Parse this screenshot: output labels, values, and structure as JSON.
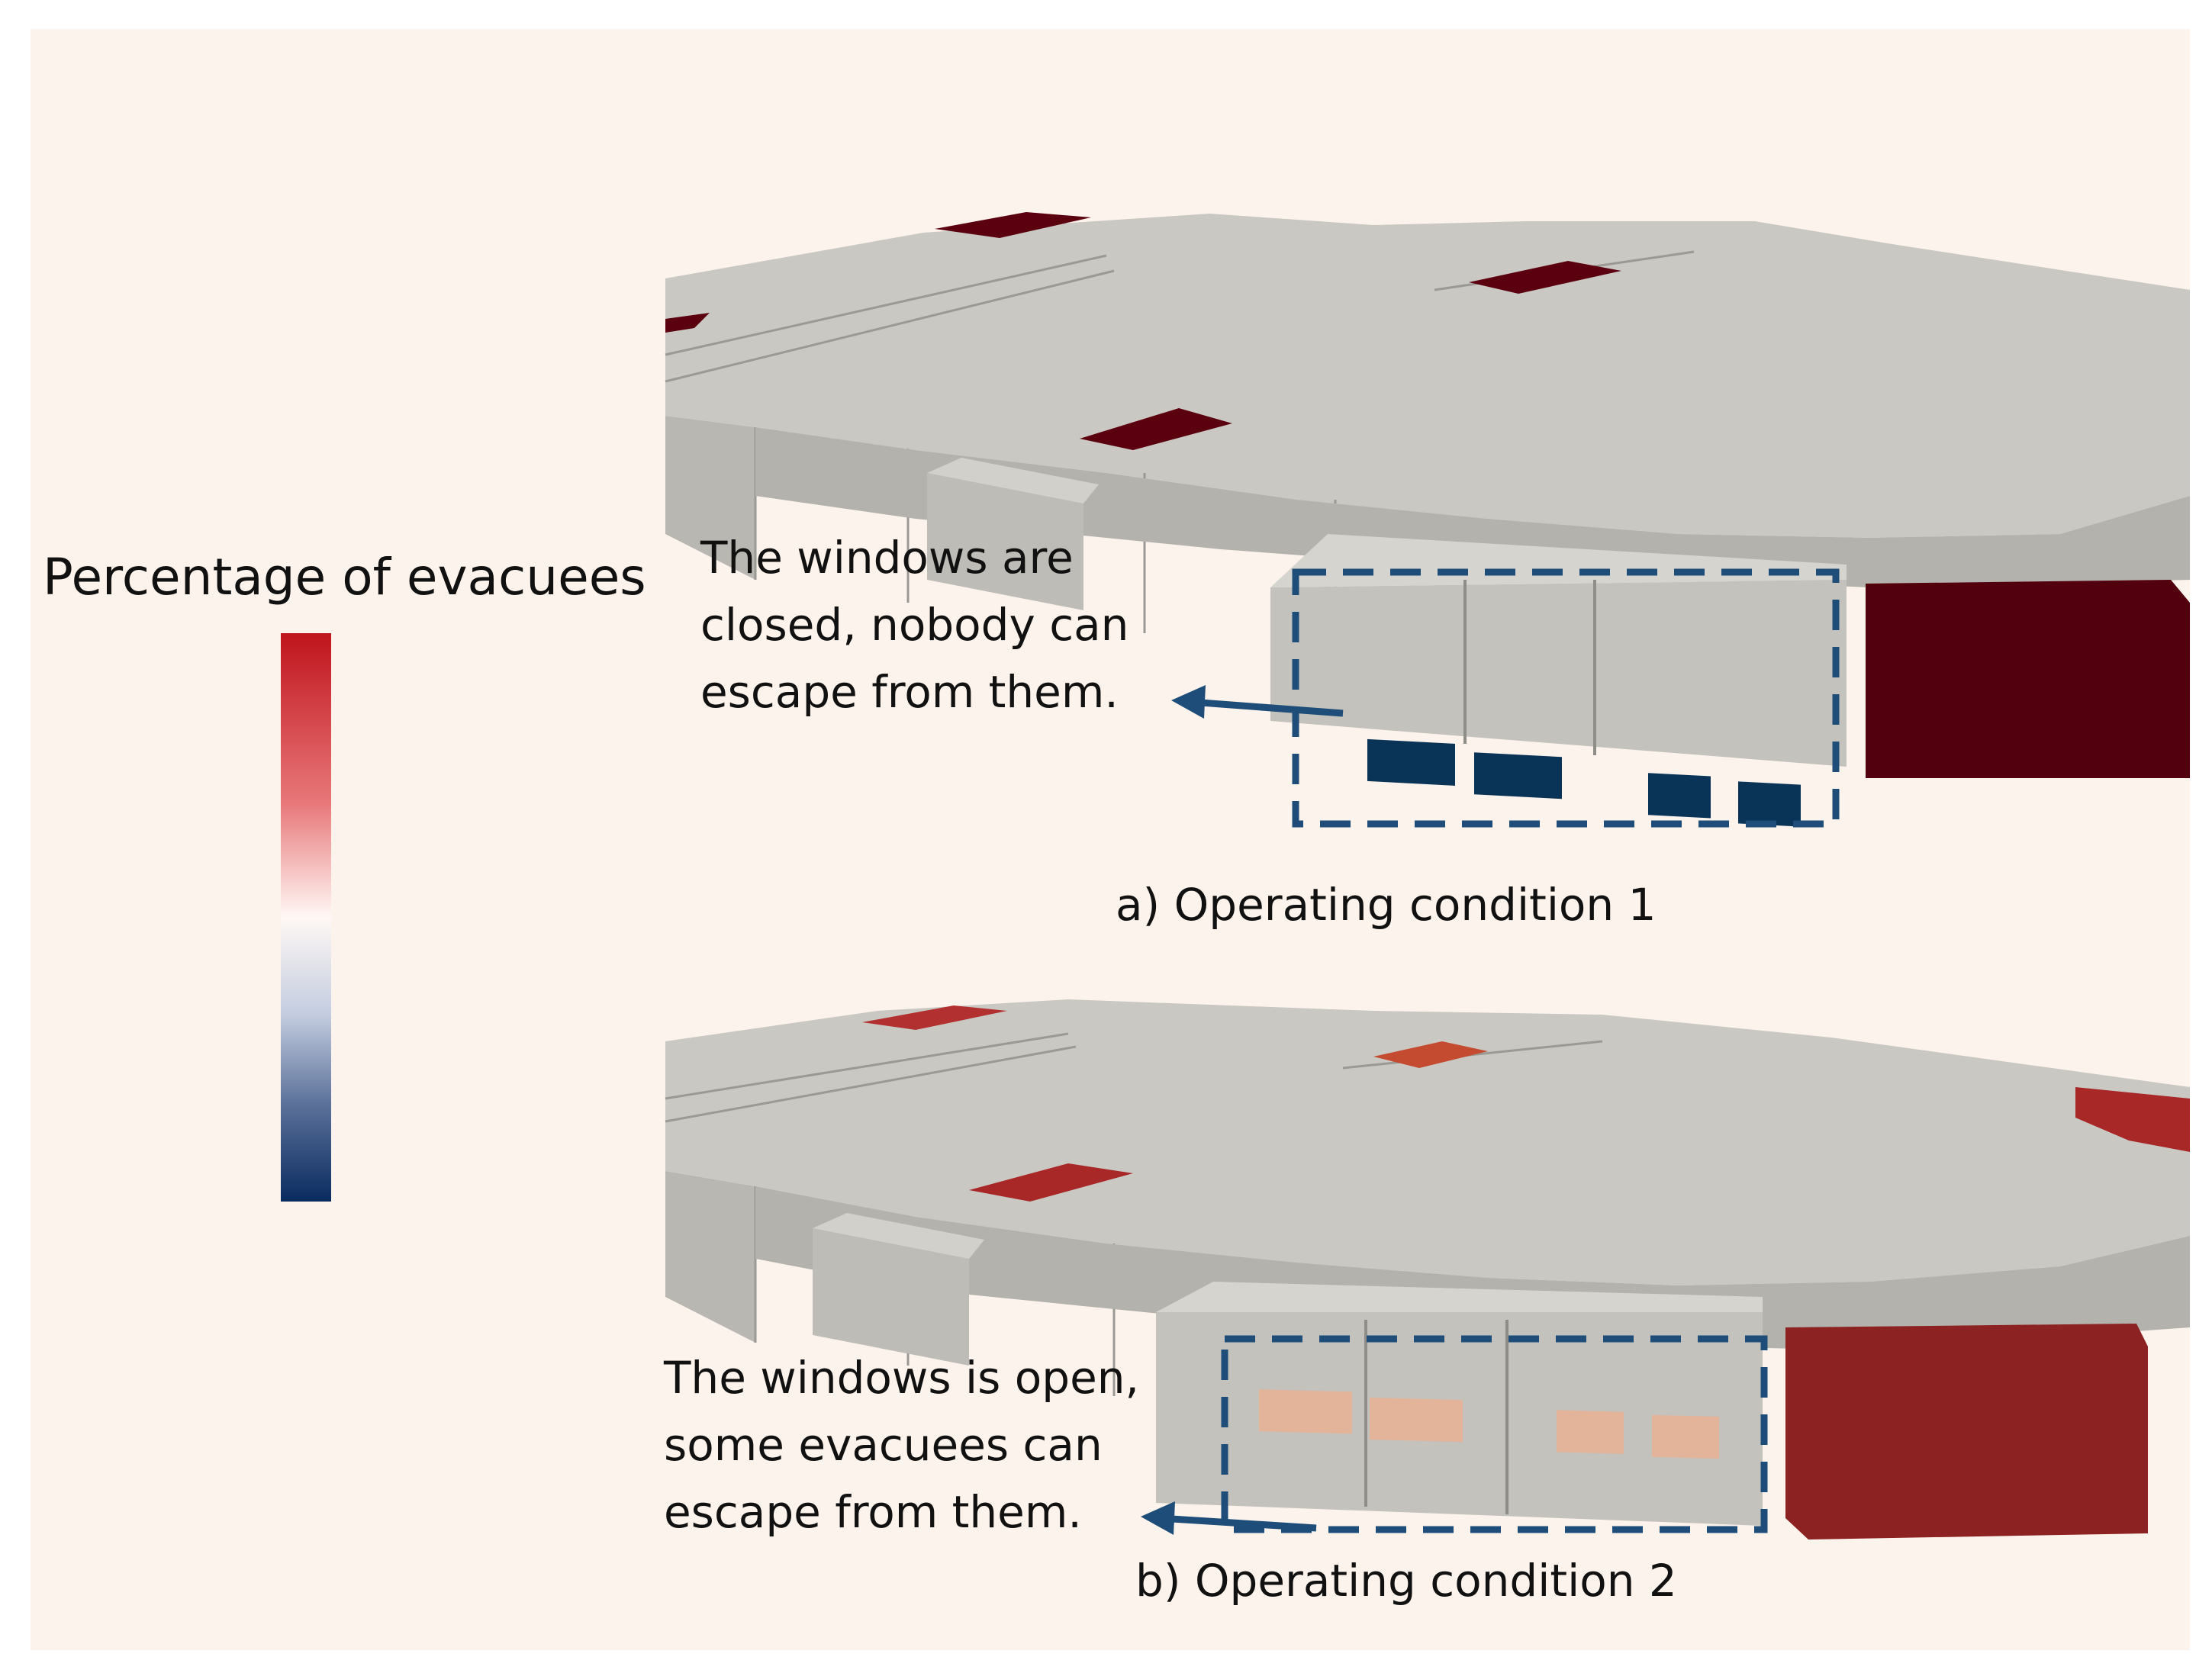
{
  "legend": {
    "title": "Percentage of evacuees",
    "colorbar": {
      "top_color": "#c0141c",
      "middle_color": "#fff8f5",
      "bottom_color": "#0a2b60"
    }
  },
  "panels": [
    {
      "caption": "a) Operating condition 1",
      "note_lines": [
        "The windows are",
        "closed, nobody can",
        "escape from them."
      ],
      "window_color": "#0a3358",
      "exit_color": "#52000e"
    },
    {
      "caption": "b) Operating condition 2",
      "note_lines": [
        "The windows is open,",
        "some evacuees can",
        "escape from them."
      ],
      "window_color": "#e3b39a",
      "exit_color": "#8c2222"
    }
  ],
  "colors": {
    "background": "#fcf3ec",
    "building": "#c6c4be",
    "annotation": "#1d4d78"
  }
}
